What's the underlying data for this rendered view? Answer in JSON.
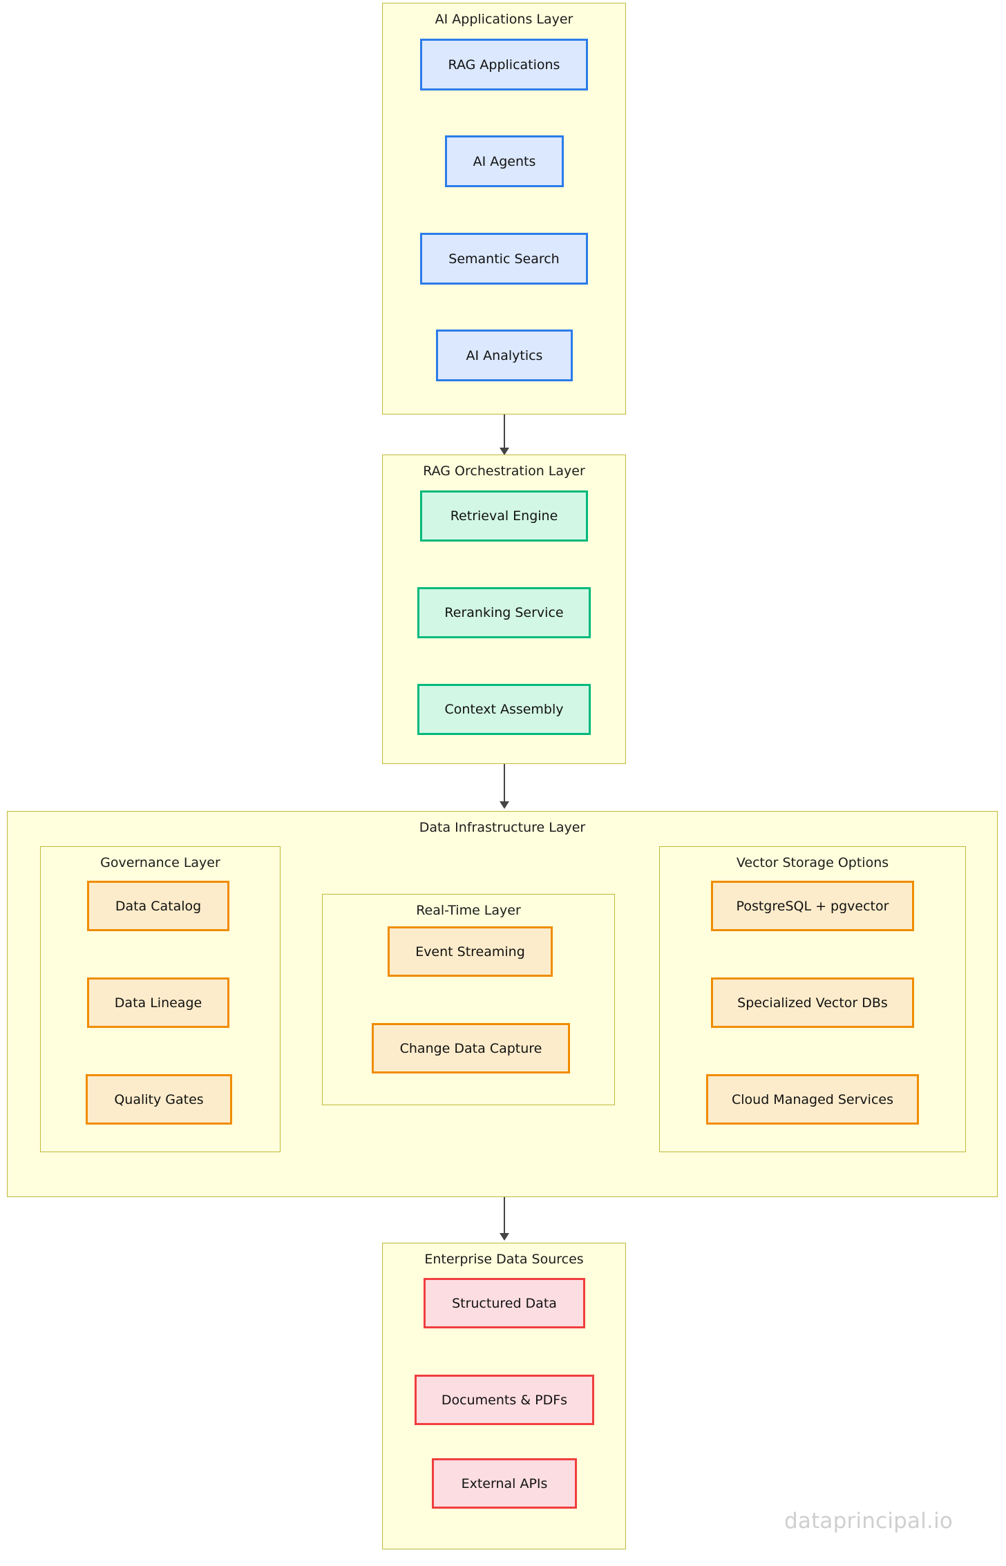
{
  "diagram": {
    "type": "layered-architecture-flowchart",
    "title_visible": false,
    "watermark": "dataprincipal.io",
    "colors": {
      "container_fill": "#ffffdd",
      "container_border": "#bfb83a",
      "blue_fill": "#dbe8fe",
      "blue_border": "#2b7ce9",
      "green_fill": "#d2f7e5",
      "green_border": "#00b97c",
      "orange_fill": "#fdeccb",
      "orange_border": "#f08c00",
      "red_fill": "#fcdde2",
      "red_border": "#f03e3e",
      "arrow": "#444444",
      "watermark": "#cfcfcf"
    },
    "layers": [
      {
        "id": "ai-applications-layer",
        "title": "AI Applications Layer",
        "node_style": "blue",
        "nodes": [
          {
            "label": "RAG Applications"
          },
          {
            "label": "AI Agents"
          },
          {
            "label": "Semantic Search"
          },
          {
            "label": "AI Analytics"
          }
        ]
      },
      {
        "id": "rag-orchestration-layer",
        "title": "RAG Orchestration Layer",
        "node_style": "green",
        "nodes": [
          {
            "label": "Retrieval Engine"
          },
          {
            "label": "Reranking Service"
          },
          {
            "label": "Context Assembly"
          }
        ]
      },
      {
        "id": "data-infrastructure-layer",
        "title": "Data Infrastructure Layer",
        "node_style": "orange",
        "subgroups": [
          {
            "id": "governance-layer",
            "title": "Governance Layer",
            "nodes": [
              {
                "label": "Data Catalog"
              },
              {
                "label": "Data Lineage"
              },
              {
                "label": "Quality Gates"
              }
            ]
          },
          {
            "id": "real-time-layer",
            "title": "Real-Time Layer",
            "nodes": [
              {
                "label": "Event Streaming"
              },
              {
                "label": "Change Data Capture"
              }
            ]
          },
          {
            "id": "vector-storage-options",
            "title": "Vector Storage Options",
            "nodes": [
              {
                "label": "PostgreSQL + pgvector"
              },
              {
                "label": "Specialized Vector DBs"
              },
              {
                "label": "Cloud Managed Services"
              }
            ]
          }
        ]
      },
      {
        "id": "enterprise-data-sources",
        "title": "Enterprise Data Sources",
        "node_style": "red",
        "nodes": [
          {
            "label": "Structured Data"
          },
          {
            "label": "Documents & PDFs"
          },
          {
            "label": "External APIs"
          }
        ]
      }
    ],
    "connections": [
      {
        "from": "AI Applications Layer",
        "to": "RAG Orchestration Layer",
        "direction": "down"
      },
      {
        "from": "RAG Orchestration Layer",
        "to": "Data Infrastructure Layer",
        "direction": "down"
      },
      {
        "from": "Data Infrastructure Layer",
        "to": "Enterprise Data Sources",
        "direction": "down"
      }
    ]
  }
}
